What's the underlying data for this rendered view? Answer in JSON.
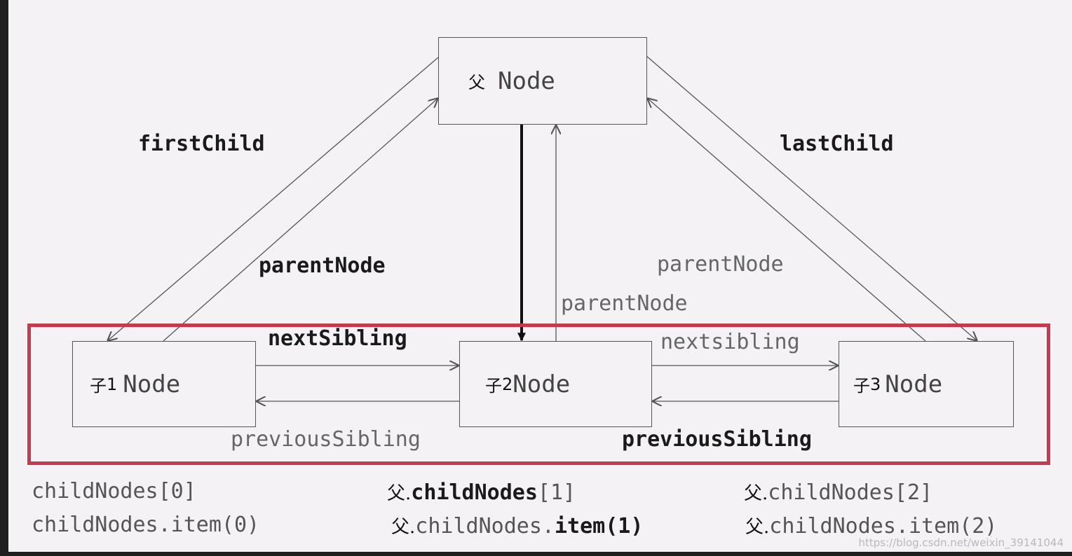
{
  "nodes": {
    "parent": {
      "prefix": "父",
      "name": "Node"
    },
    "child1": {
      "prefix": "子",
      "num": "1",
      "name": "Node"
    },
    "child2": {
      "prefix": "子",
      "num": "2",
      "name": "Node"
    },
    "child3": {
      "prefix": "子",
      "num": "3",
      "name": "Node"
    }
  },
  "labels": {
    "first_child": "firstChild",
    "last_child": "lastChild",
    "parent_node_left": "parentNode",
    "parent_node_right": "parentNode",
    "parent_node_center": "parentNode",
    "next_sibling_left": "nextSibling",
    "next_sibling_right": "nextsibling",
    "previous_sibling_left": "previousSibling",
    "previous_sibling_right": "previousSibling"
  },
  "code": {
    "col1_line1": "childNodes[0]",
    "col1_line2": "childNodes.item(0)",
    "col2_line1_prefix": "父.",
    "col2_line1_bold": "childNodes",
    "col2_line1_rest": "[1]",
    "col2_line2_prefix": "父.",
    "col2_line2_plain": "childNodes.",
    "col2_line2_bold": "item(1)",
    "col3_line1_prefix": "父.",
    "col3_line1_rest": "childNodes[2]",
    "col3_line2_prefix": "父.",
    "col3_line2_rest": "childNodes.item(2)"
  },
  "watermark": "https://blog.csdn.net/weixin_39141044",
  "colors": {
    "frame": "#c43a4e",
    "background": "#f4f2f5",
    "line": "#555555"
  }
}
